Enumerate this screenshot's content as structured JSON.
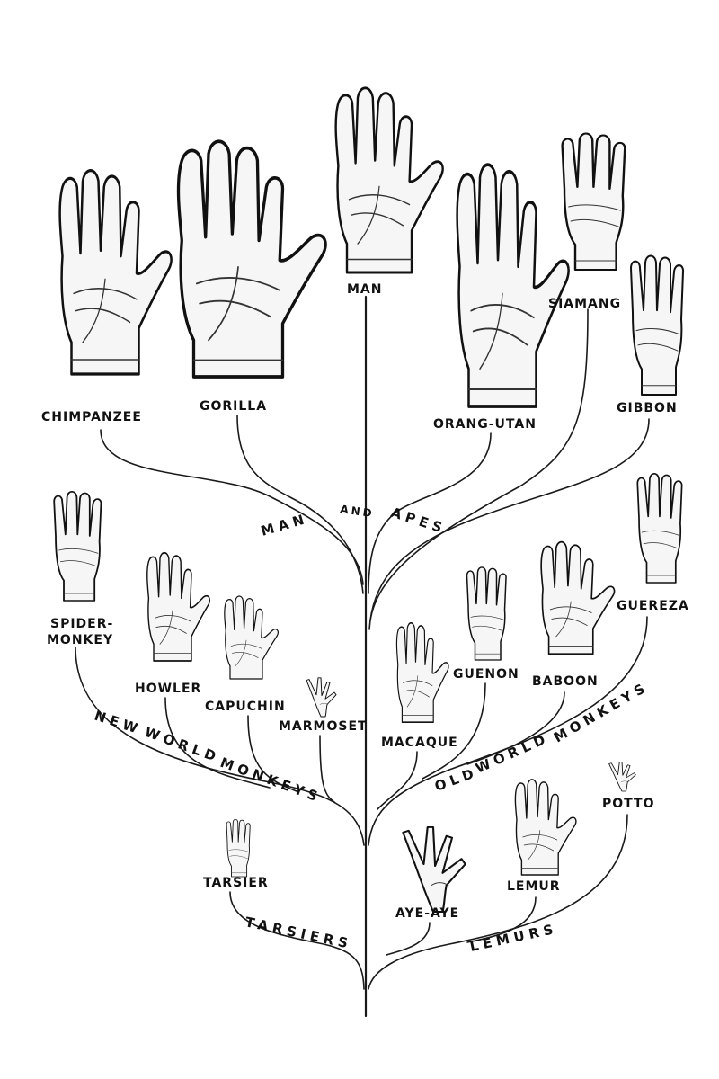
{
  "species": {
    "chimpanzee": "CHIMPANZEE",
    "gorilla": "GORILLA",
    "man": "MAN",
    "orang_utan": "ORANG-UTAN",
    "siamang": "SIAMANG",
    "gibbon": "GIBBON",
    "spider_monkey_1": "SPIDER-",
    "spider_monkey_2": "MONKEY",
    "howler": "HOWLER",
    "capuchin": "CAPUCHIN",
    "marmoset": "MARMOSET",
    "macaque": "MACAQUE",
    "guenon": "GUENON",
    "baboon": "BABOON",
    "guereza": "GUEREZA",
    "tarsier": "TARSIER",
    "aye_aye": "AYE-AYE",
    "lemur": "LEMUR",
    "potto": "POTTO"
  },
  "groups": {
    "man_and_apes_1": "MAN",
    "man_and_apes_2": "AND",
    "man_and_apes_3": "APES",
    "new_world_monkeys_1": "NEW",
    "new_world_monkeys_2": "WORLD",
    "new_world_monkeys_3": "MONKEYS",
    "old_world_monkeys_1": "OLD",
    "old_world_monkeys_2": "WORLD",
    "old_world_monkeys_3": "MONKEYS",
    "tarsiers": "TARSIERS",
    "lemurs": "LEMURS"
  }
}
